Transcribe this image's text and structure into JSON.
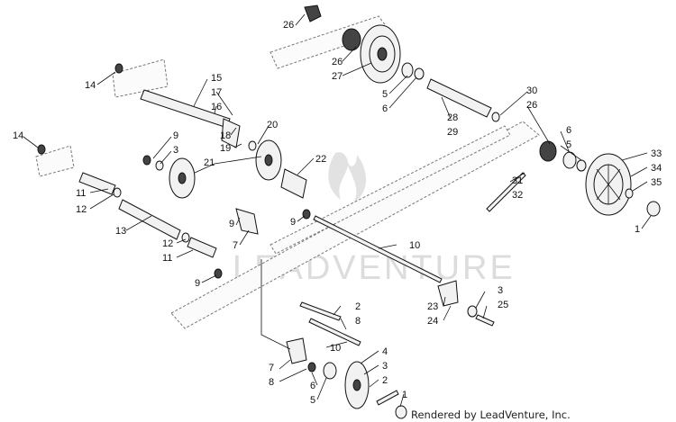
{
  "watermark": "LEADVENTURE",
  "credit": "Rendered by LeadVenture, Inc.",
  "callouts": [
    {
      "id": "c-26a",
      "text": "26"
    },
    {
      "id": "c-26b",
      "text": "26"
    },
    {
      "id": "c-27",
      "text": "27"
    },
    {
      "id": "c-5a",
      "text": "5"
    },
    {
      "id": "c-6a",
      "text": "6"
    },
    {
      "id": "c-28",
      "text": "28"
    },
    {
      "id": "c-29",
      "text": "29"
    },
    {
      "id": "c-30",
      "text": "30"
    },
    {
      "id": "c-26c",
      "text": "26"
    },
    {
      "id": "c-6b",
      "text": "6"
    },
    {
      "id": "c-5b",
      "text": "5"
    },
    {
      "id": "c-33",
      "text": "33"
    },
    {
      "id": "c-34",
      "text": "34"
    },
    {
      "id": "c-35",
      "text": "35"
    },
    {
      "id": "c-1a",
      "text": "1"
    },
    {
      "id": "c-31",
      "text": "31"
    },
    {
      "id": "c-32",
      "text": "32"
    },
    {
      "id": "c-14a",
      "text": "14"
    },
    {
      "id": "c-15",
      "text": "15"
    },
    {
      "id": "c-17",
      "text": "17"
    },
    {
      "id": "c-16",
      "text": "16"
    },
    {
      "id": "c-18",
      "text": "18"
    },
    {
      "id": "c-19",
      "text": "19"
    },
    {
      "id": "c-20",
      "text": "20"
    },
    {
      "id": "c-14b",
      "text": "14"
    },
    {
      "id": "c-9a",
      "text": "9"
    },
    {
      "id": "c-3a",
      "text": "3"
    },
    {
      "id": "c-21",
      "text": "21"
    },
    {
      "id": "c-22",
      "text": "22"
    },
    {
      "id": "c-11a",
      "text": "11"
    },
    {
      "id": "c-12a",
      "text": "12"
    },
    {
      "id": "c-13",
      "text": "13"
    },
    {
      "id": "c-9b",
      "text": "9"
    },
    {
      "id": "c-7a",
      "text": "7"
    },
    {
      "id": "c-12b",
      "text": "12"
    },
    {
      "id": "c-11b",
      "text": "11"
    },
    {
      "id": "c-9c",
      "text": "9"
    },
    {
      "id": "c-10a",
      "text": "10"
    },
    {
      "id": "c-9d",
      "text": "9"
    },
    {
      "id": "c-2a",
      "text": "2"
    },
    {
      "id": "c-8a",
      "text": "8"
    },
    {
      "id": "c-23",
      "text": "23"
    },
    {
      "id": "c-24",
      "text": "24"
    },
    {
      "id": "c-3b",
      "text": "3"
    },
    {
      "id": "c-25",
      "text": "25"
    },
    {
      "id": "c-10b",
      "text": "10"
    },
    {
      "id": "c-7b",
      "text": "7"
    },
    {
      "id": "c-8b",
      "text": "8"
    },
    {
      "id": "c-6c",
      "text": "6"
    },
    {
      "id": "c-5c",
      "text": "5"
    },
    {
      "id": "c-4",
      "text": "4"
    },
    {
      "id": "c-3c",
      "text": "3"
    },
    {
      "id": "c-2b",
      "text": "2"
    },
    {
      "id": "c-1b",
      "text": "1"
    }
  ]
}
